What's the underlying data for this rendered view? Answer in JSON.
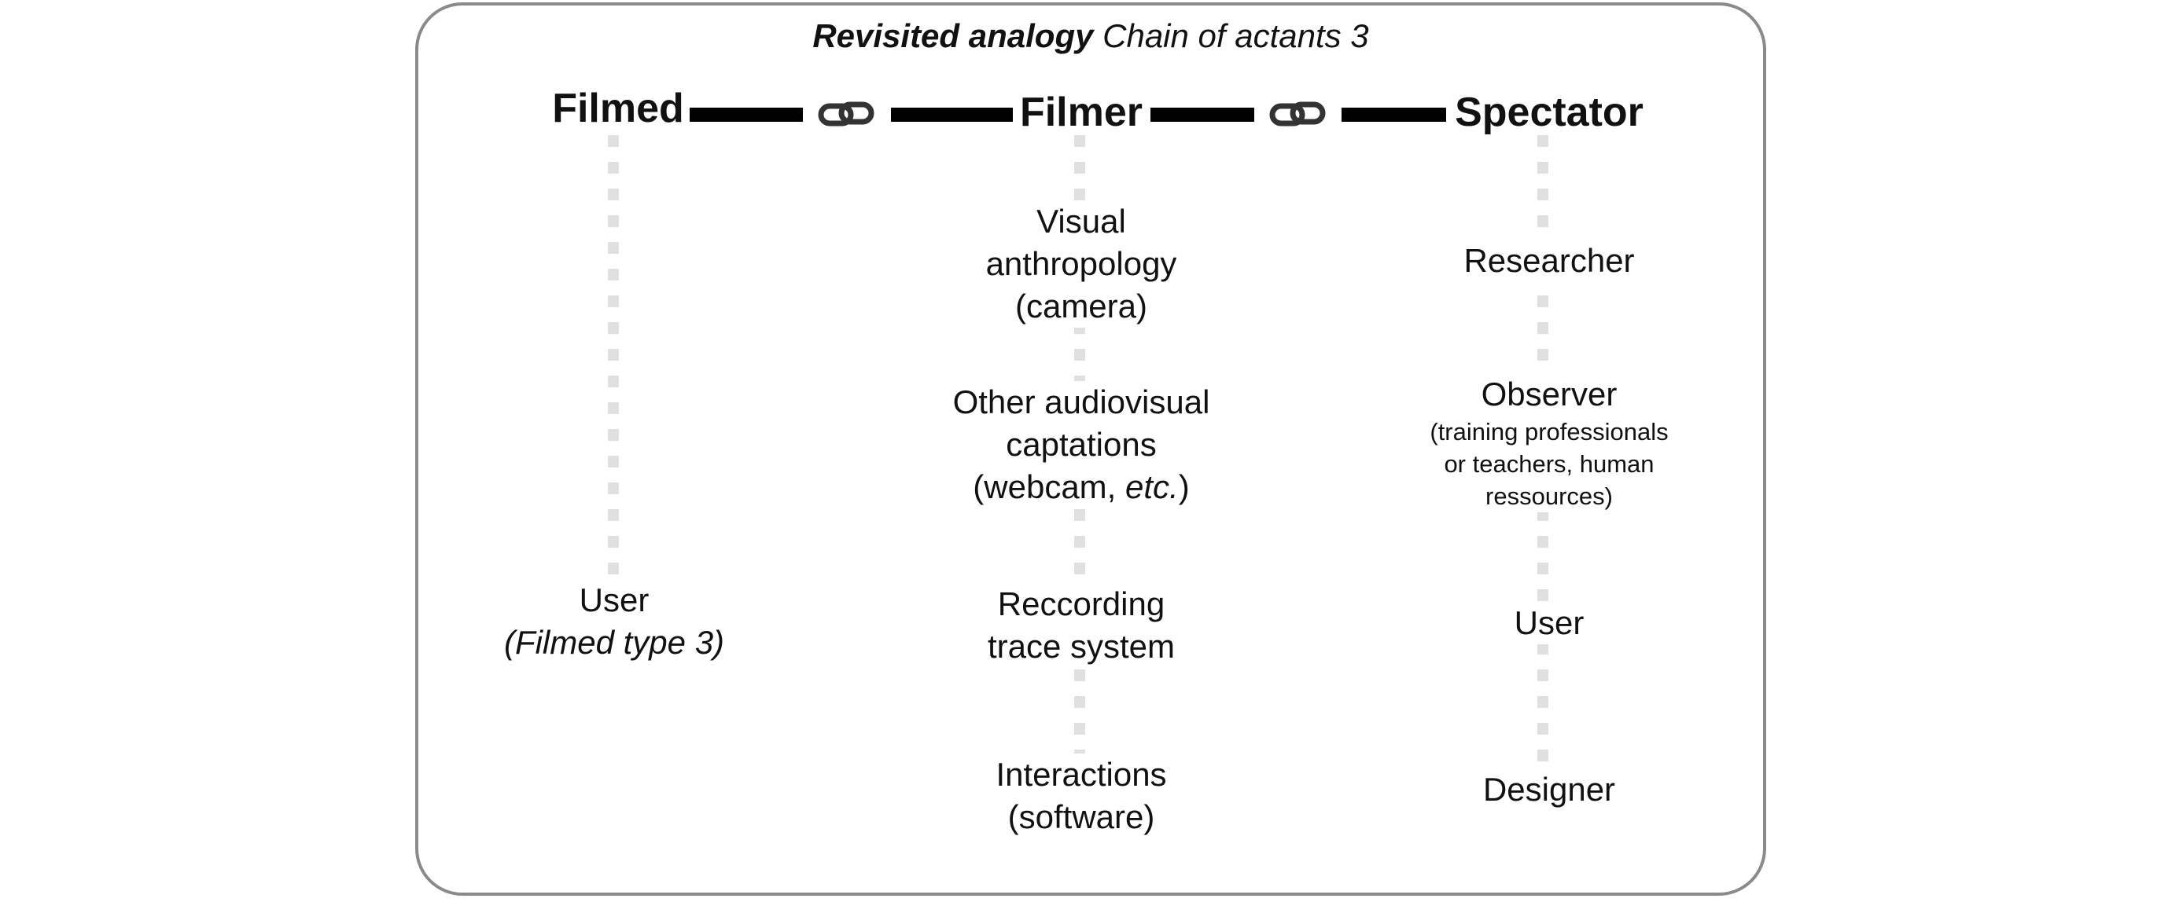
{
  "title": {
    "bold": "Revisited analogy",
    "rest": "Chain of actants 3"
  },
  "chain": {
    "filmed": "Filmed",
    "filmer": "Filmer",
    "spectator": "Spectator"
  },
  "icons": {
    "link_1": "chain-link-icon",
    "link_2": "chain-link-icon"
  },
  "filmed_items": {
    "user": {
      "line1": "User",
      "line2": "(Filmed type 3)"
    }
  },
  "filmer_items": {
    "visual": {
      "line1": "Visual",
      "line2": "anthropology",
      "line3": "(camera)"
    },
    "other": {
      "line1": "Other audiovisual",
      "line2": "captations",
      "line3_pre": "(webcam, ",
      "line3_em": "etc.",
      "line3_post": ")"
    },
    "reccording": {
      "line1": "Reccording",
      "line2": "trace system"
    },
    "interactions": {
      "line1": "Interactions",
      "line2": "(software)"
    }
  },
  "spectator_items": {
    "researcher": "Researcher",
    "observer": {
      "line1": "Observer",
      "detail1": "(training professionals",
      "detail2": "or teachers, human",
      "detail3": "ressources)"
    },
    "user": "User",
    "designer": "Designer"
  },
  "colors": {
    "frame": "#8a8a8a",
    "bar": "#000000",
    "link": "#333333",
    "dots": "#e0e0e0"
  }
}
